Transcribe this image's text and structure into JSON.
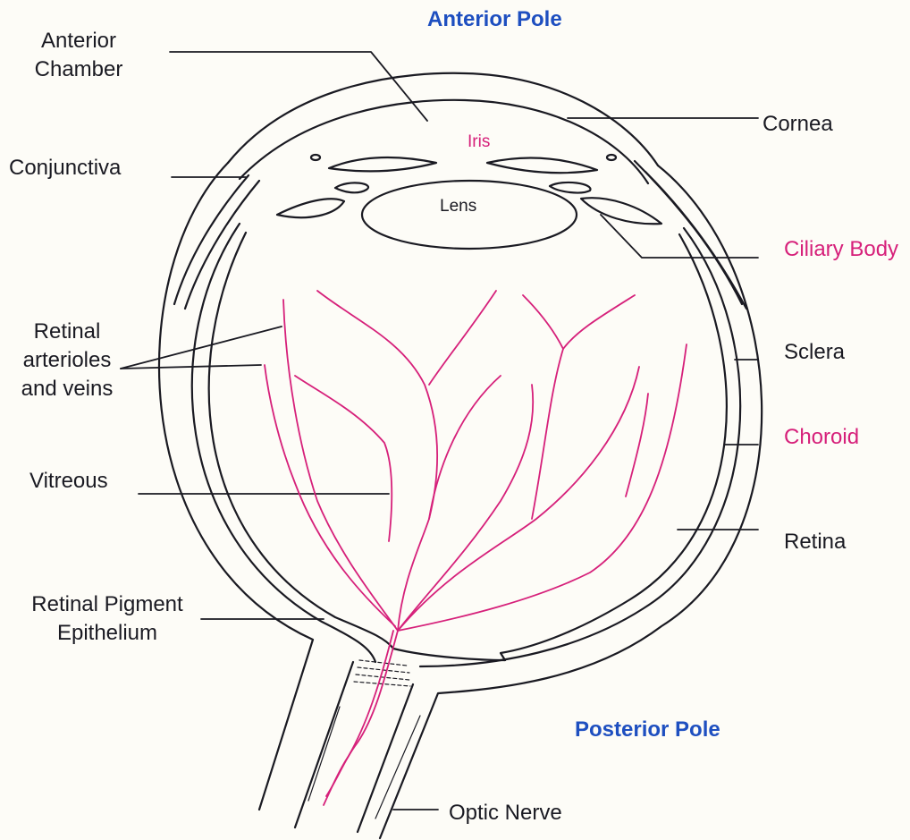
{
  "colors": {
    "ink": "#1a1a22",
    "vessel": "#d6207a",
    "pole": "#1e4fc0",
    "background": "#fdfcf7"
  },
  "labels": {
    "anterior_pole": "Anterior Pole",
    "posterior_pole": "Posterior Pole",
    "anterior_chamber": "Anterior\nChamber",
    "conjunctiva": "Conjunctiva",
    "retinal_vessels": "Retinal\narterioles\nand veins",
    "vitreous": "Vitreous",
    "rpe": "Retinal Pigment\nEpithelium",
    "iris": "Iris",
    "lens": "Lens",
    "cornea": "Cornea",
    "ciliary_body": "Ciliary Body",
    "sclera": "Sclera",
    "choroid": "Choroid",
    "retina": "Retina",
    "optic_nerve": "Optic Nerve"
  }
}
